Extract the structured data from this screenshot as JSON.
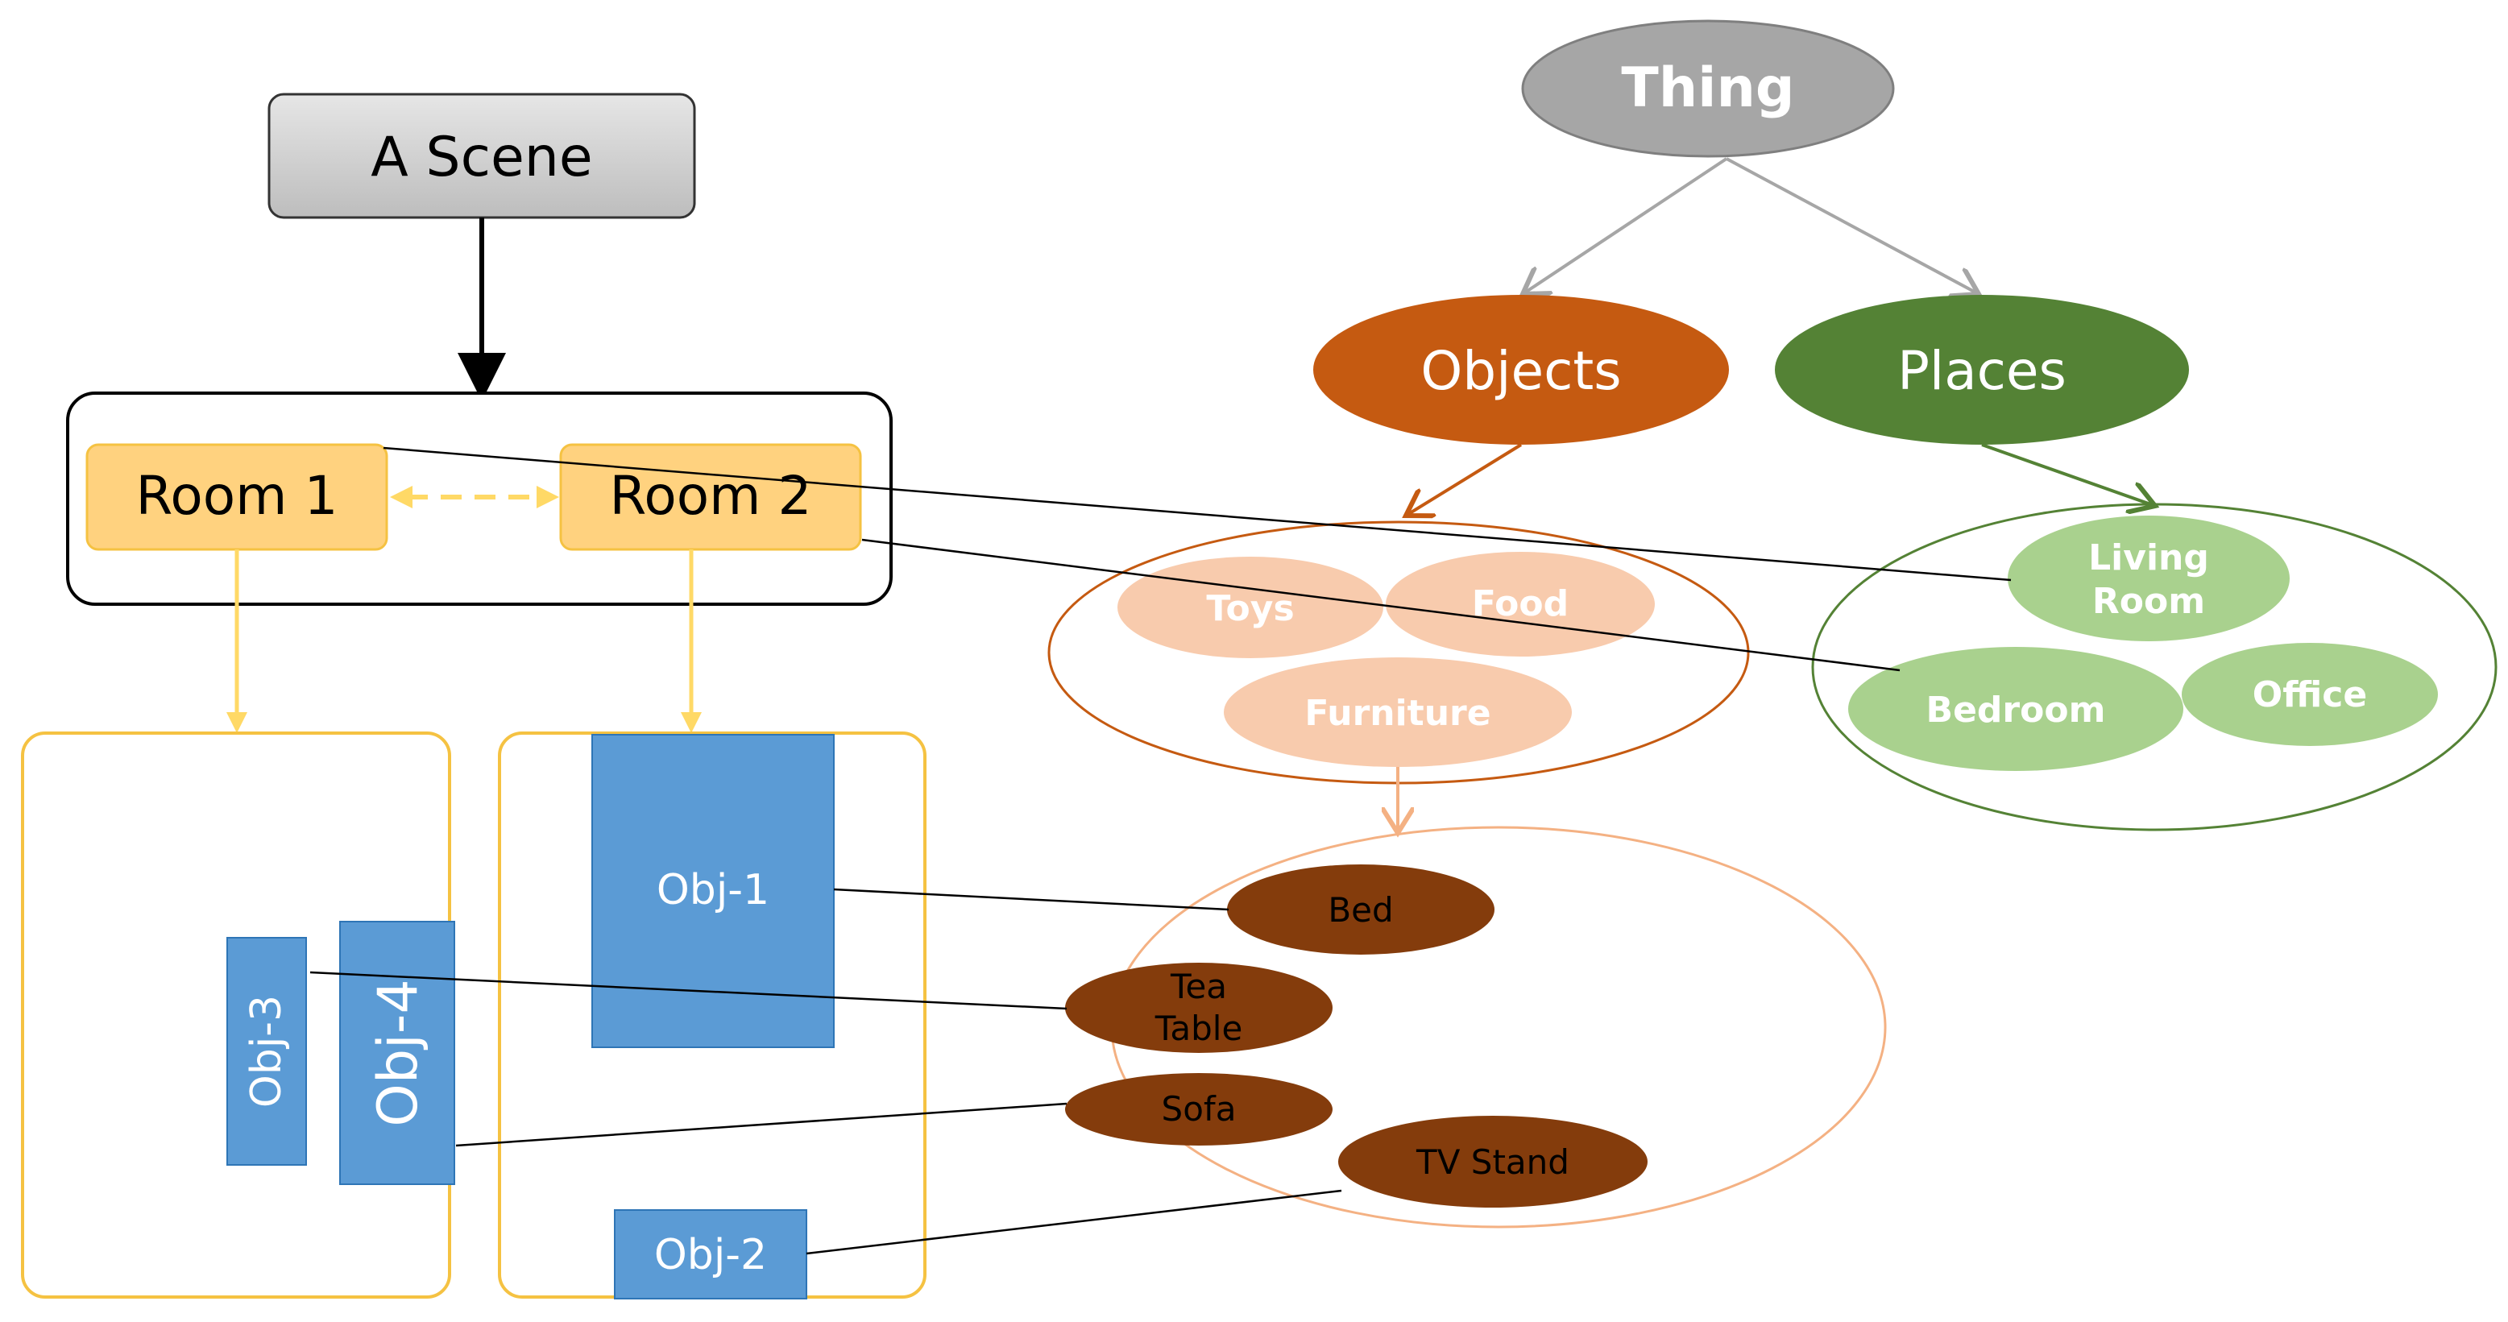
{
  "scene": {
    "title": "A Scene",
    "rooms": [
      "Room 1",
      "Room 2"
    ],
    "objects": {
      "obj1": "Obj-1",
      "obj2": "Obj-2",
      "obj3": "Obj-3",
      "obj4": "Obj-4"
    }
  },
  "ontology": {
    "root": "Thing",
    "objects": "Objects",
    "places": "Places",
    "object_categories": [
      "Toys",
      "Food",
      "Furniture"
    ],
    "place_categories": {
      "living_room_line1": "Living",
      "living_room_line2": "Room",
      "bedroom": "Bedroom",
      "office": "Office"
    },
    "furniture_items": {
      "bed": "Bed",
      "tea_table_line1": "Tea",
      "tea_table_line2": "Table",
      "sofa": "Sofa",
      "tv_stand": "TV Stand"
    }
  },
  "colors": {
    "scene_box": "#c8c8c8",
    "room": "#ffd27f",
    "room_border": "#f5c242",
    "object_box": "#5b9bd5",
    "thing": "#a6a6a6",
    "objects_node": "#c55a11",
    "places_node": "#548235",
    "object_category": "#f8cbad",
    "place_category": "#a9d18e",
    "furniture_item": "#843c0c"
  }
}
